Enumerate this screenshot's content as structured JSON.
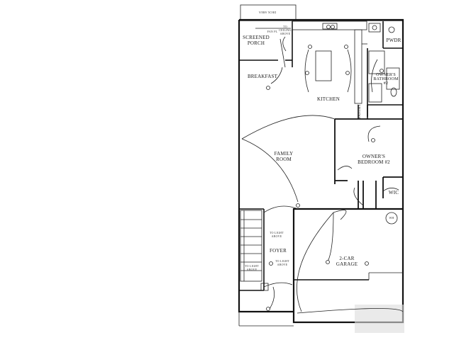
{
  "plan": {
    "rooms": {
      "screened_porch": "SCREENED\nPORCH",
      "breakfast": "BREAKFAST",
      "kitchen": "KITCHEN",
      "pwdr": "PWDR",
      "owners_bathroom": "OWNER'S\nBATHROOM\n#2",
      "pantry": "PANTRY",
      "family_room": "FAMILY\nROOM",
      "owners_bedroom": "OWNER'S\nBEDROOM #2",
      "wic": "WIC",
      "foyer": "FOYER",
      "garage": "2-CAR\nGARAGE"
    },
    "fixtures": {
      "water_heater": "WH",
      "deck_label": "DECK AREA",
      "fan_note": "FAN PL",
      "ceiling_note": "TO CEILING\nABOVE",
      "light_note_1": "TO LIGHT\nABOVE",
      "light_note_2": "TO LIGHT\nABOVE",
      "light_note_3": "TO LIGHT\nABOVE"
    }
  }
}
